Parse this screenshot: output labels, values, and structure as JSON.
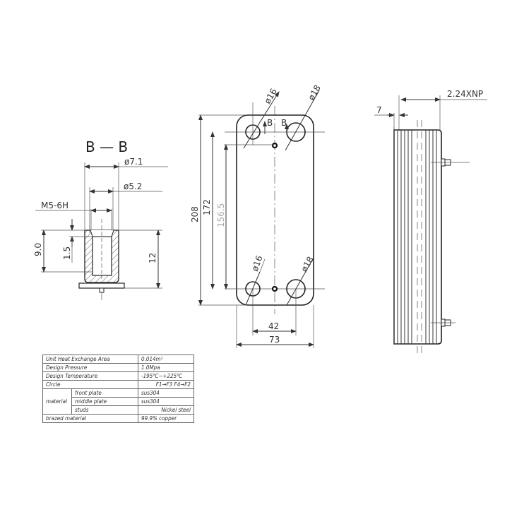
{
  "section_view": {
    "title": "B — B",
    "dims": {
      "outer_diameter": "ø7.1",
      "inner_diameter": "ø5.2",
      "thread": "M5-6H",
      "depth": "9.0",
      "chamfer": "1.5",
      "height": "12"
    }
  },
  "front_view": {
    "port_top_left": "ø16",
    "port_top_right": "ø18",
    "port_bottom_left": "ø16",
    "port_bottom_right": "ø18",
    "section_marker_left": "B",
    "section_marker_right": "B",
    "overall_height": "208",
    "port_center_distance": "172",
    "inner_distance": "156.5",
    "port_horizontal_distance": "42",
    "overall_width": "73"
  },
  "side_view": {
    "plate_thickness": "7",
    "pack_length": "2.24XNP"
  },
  "spec_table": {
    "rows": [
      {
        "label": "Unit Heat Exchange Area",
        "value": "0.014m²"
      },
      {
        "label": "Design Pressure",
        "value": "1.0Mpa"
      },
      {
        "label": "Design Temperature",
        "value": "-195℃~+225℃"
      },
      {
        "label": "Circle",
        "value": "F1→F3  F4→F2"
      }
    ],
    "material": {
      "label": "material",
      "items": [
        {
          "label": "front plate",
          "value": "sus304"
        },
        {
          "label": "middle plate",
          "value": "sus304"
        },
        {
          "label": "studs",
          "value": "Nickel steel"
        }
      ]
    },
    "brazed": {
      "label": "brazed material",
      "value": "99.9% copper"
    }
  }
}
